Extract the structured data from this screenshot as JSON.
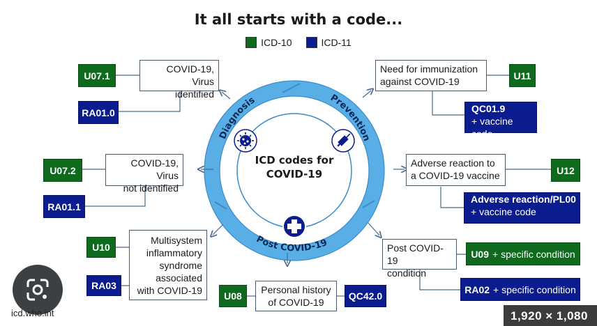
{
  "title": "It all starts with a code...",
  "legend": [
    {
      "label": "ICD-10",
      "color": "#0f6a1e"
    },
    {
      "label": "ICD-11",
      "color": "#0b1d8e"
    }
  ],
  "center": {
    "line1": "ICD codes for",
    "line2": "COVID-19"
  },
  "ring_labels": {
    "diagnosis": "Diagnosis",
    "prevention": "Prevention",
    "post": "Post COVID-19"
  },
  "ring_color": "#5aaee6",
  "nodes": {
    "virus_identified": {
      "label_line1": "COVID-19, Virus",
      "label_line2": "identified",
      "icd10": "U07.1",
      "icd11": "RA01.0"
    },
    "virus_not_identified": {
      "label_line1": "COVID-19, Virus",
      "label_line2": "not identified",
      "icd10": "U07.2",
      "icd11": "RA01.1"
    },
    "mis": {
      "label_line1": "Multisystem",
      "label_line2": "inflammatory",
      "label_line3": "syndrome",
      "label_line4": "associated",
      "label_line5": "with COVID-19",
      "icd10": "U10",
      "icd11": "RA03"
    },
    "personal_history": {
      "label_line1": "Personal history",
      "label_line2": "of COVID-19",
      "icd10": "U08",
      "icd11": "QC42.0"
    },
    "immunization": {
      "label_line1": "Need for immunization",
      "label_line2": "against COVID-19",
      "icd10": "U11",
      "icd11": "QC01.9",
      "icd11_sub": "+ vaccine code"
    },
    "adverse": {
      "label_line1": "Adverse reaction to",
      "label_line2": "a COVID-19 vaccine",
      "icd10": "U12",
      "icd11": "Adverse reaction/PL00",
      "icd11_sub": "+ vaccine code"
    },
    "post_condition": {
      "label_line1": "Post COVID-19",
      "label_line2": "condition",
      "icd10": "U09",
      "icd10_sub": "+ specific condition",
      "icd11": "RA02",
      "icd11_sub": "+ specific condition"
    }
  },
  "overlay": {
    "source": "icd.who.int",
    "size": "1,920 × 1,080",
    "lens_icon": "google-lens-icon"
  }
}
